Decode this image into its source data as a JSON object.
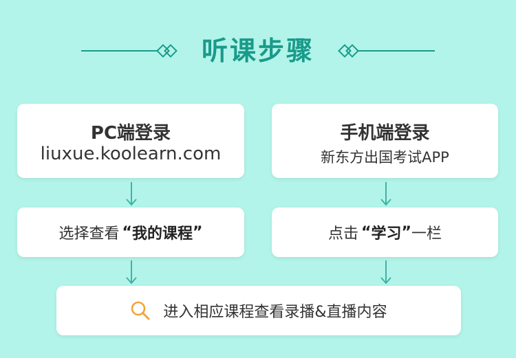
{
  "title": "听课步骤",
  "colors": {
    "background": "#b2f4ea",
    "accent": "#1a9a8a",
    "arrow": "#3fb3a2",
    "search_icon": "#f2a33a"
  },
  "pc_login": {
    "heading": "PC端登录",
    "url": "liuxue.koolearn.com"
  },
  "mobile_login": {
    "heading": "手机端登录",
    "app": "新东方出国考试APP"
  },
  "step_pc": {
    "prefix": "选择查看",
    "quote_open": "“",
    "emph": "我的课程",
    "quote_close": "”",
    "suffix": ""
  },
  "step_mobile": {
    "prefix": "点击",
    "quote_open": "“",
    "emph": "学习",
    "quote_close": "”",
    "suffix": "一栏"
  },
  "final_step": {
    "label": "进入相应课程查看录播&直播内容",
    "icon": "search-icon"
  }
}
